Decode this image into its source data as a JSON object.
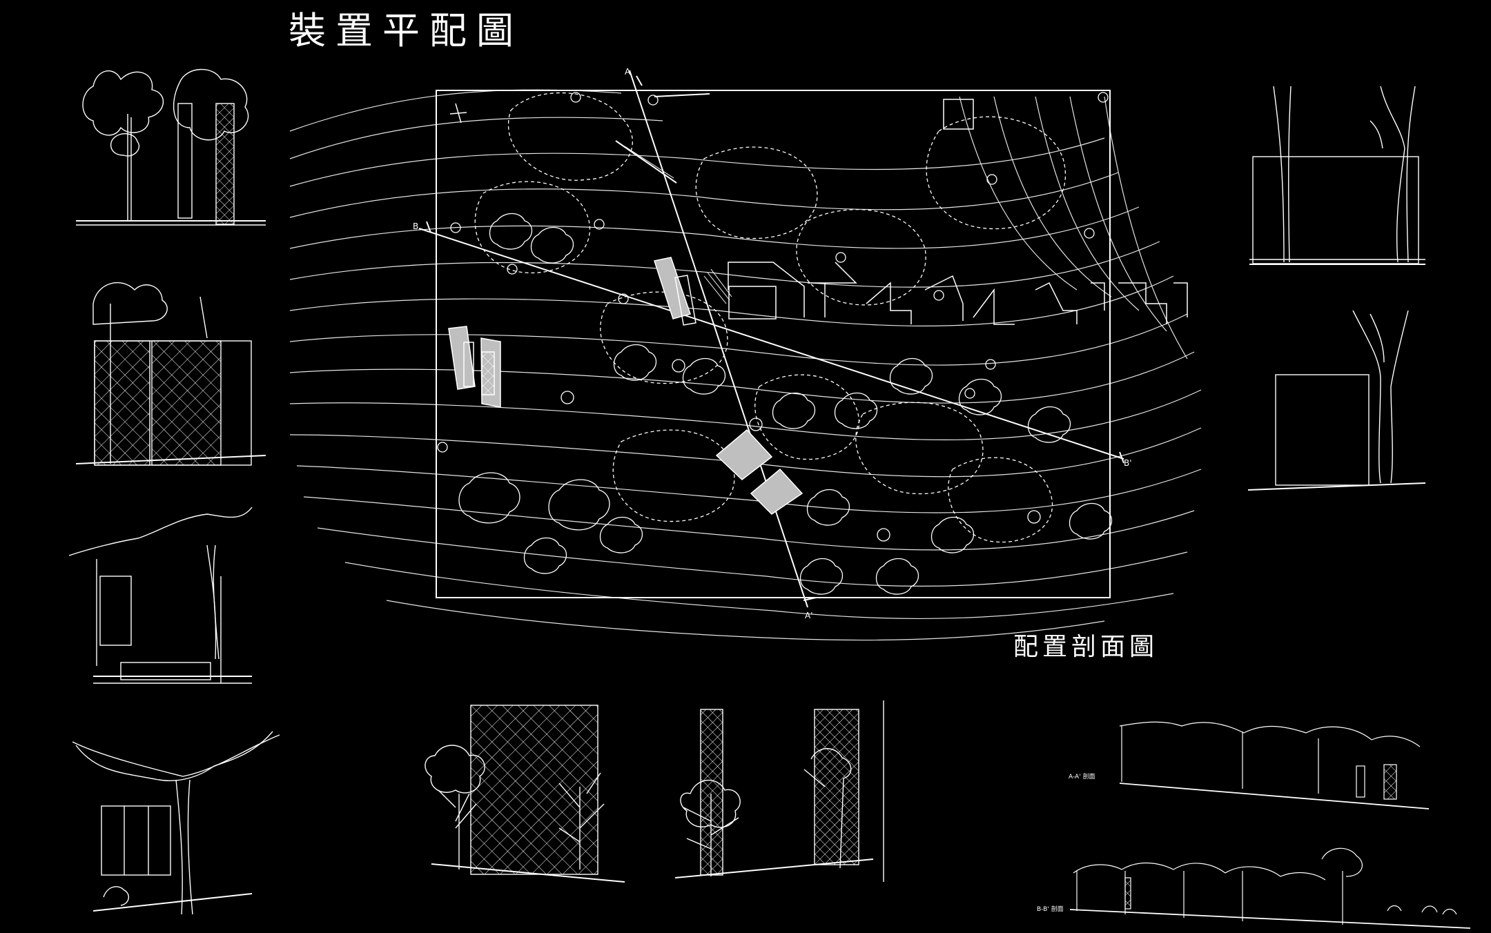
{
  "board": {
    "title": "裝置平配圖",
    "section_title": "配置剖面圖",
    "section_labels": {
      "a_start": "A",
      "a_end": "A'",
      "b_start": "B",
      "b_end": "B'"
    },
    "elevation_labels": {
      "aa": "A-A' 剖面",
      "bb": "B-B' 剖面"
    },
    "colors": {
      "background": "#000000",
      "line": "#ffffff",
      "fill": "#bfbfbf"
    }
  }
}
